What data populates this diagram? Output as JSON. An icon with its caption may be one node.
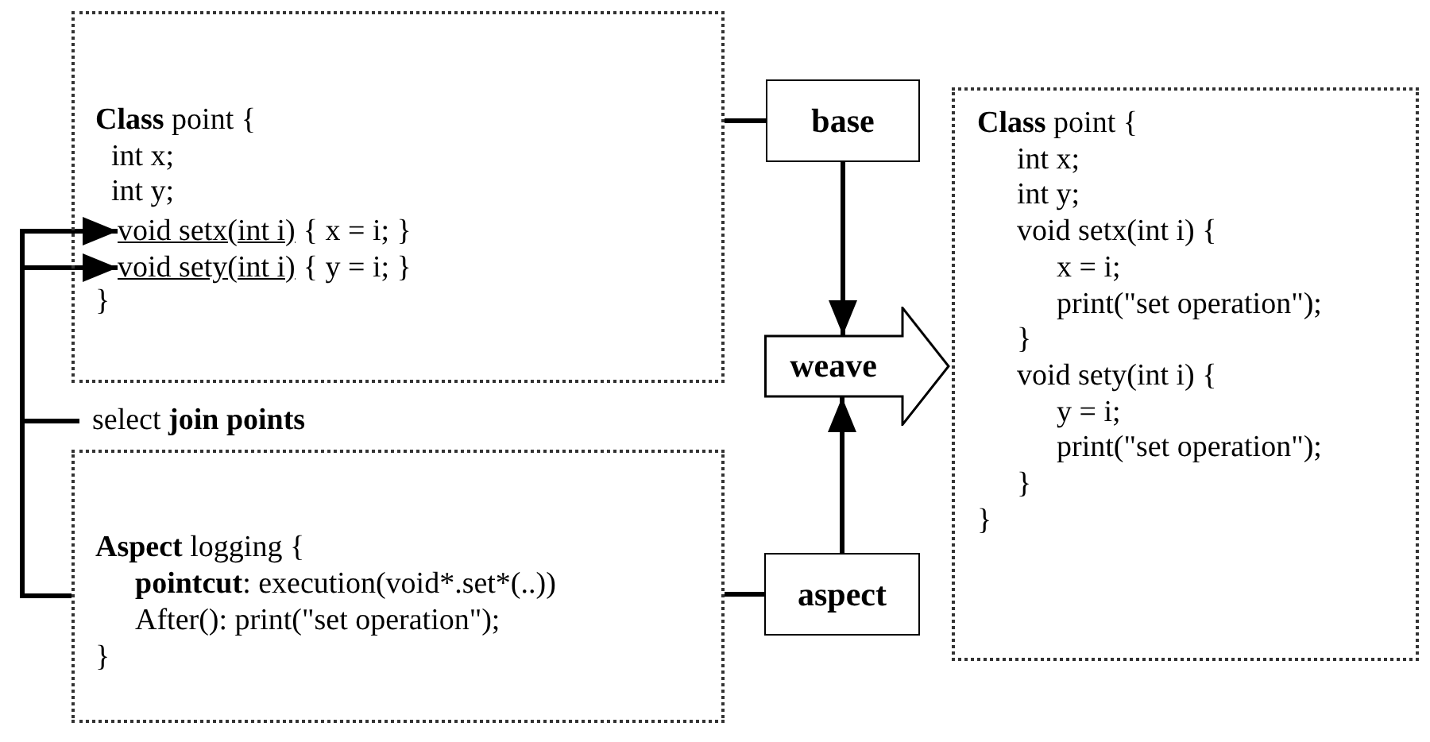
{
  "diagram": {
    "nodes": [
      {
        "text": [
          "**Class** point {",
          "int x;",
          "int y;",
          "}"
        ]
      },
      {
        "text": [
          "void setx(int i)",
          "{ x = i; }"
        ],
        "in": 0
      },
      {
        "text": [
          "void sety(int i)",
          "{ y = i; }"
        ],
        "in": 0
      },
      {
        "text": [
          "base"
        ]
      },
      {
        "text": [
          "weave"
        ]
      },
      {
        "text": [
          "**Aspect** logging {",
          "**pointcut**: execution(void*.set*(..))",
          "After(): print(\"set operation\");",
          "}"
        ]
      },
      {
        "text": [
          "aspect"
        ]
      },
      {
        "text": [
          "**Class** point {",
          "int x;",
          "int y;",
          "void setx(int i) {",
          "x = i;",
          "print(\"set operation\");",
          "}",
          "void sety(int i) {",
          "y = i;",
          "print(\"set operation\");",
          "}",
          "}"
        ]
      }
    ],
    "edges": [
      {
        "from": 5,
        "to": 1,
        "arrow": "to",
        "label": "select **join points**"
      },
      {
        "from": 5,
        "to": 2,
        "arrow": "to"
      },
      {
        "from": 3,
        "to": 0,
        "arrow": "none"
      },
      {
        "from": 3,
        "to": 4,
        "arrow": "to"
      },
      {
        "from": 6,
        "to": 4,
        "arrow": "to"
      },
      {
        "from": 6,
        "to": 5,
        "arrow": "none"
      }
    ]
  }
}
